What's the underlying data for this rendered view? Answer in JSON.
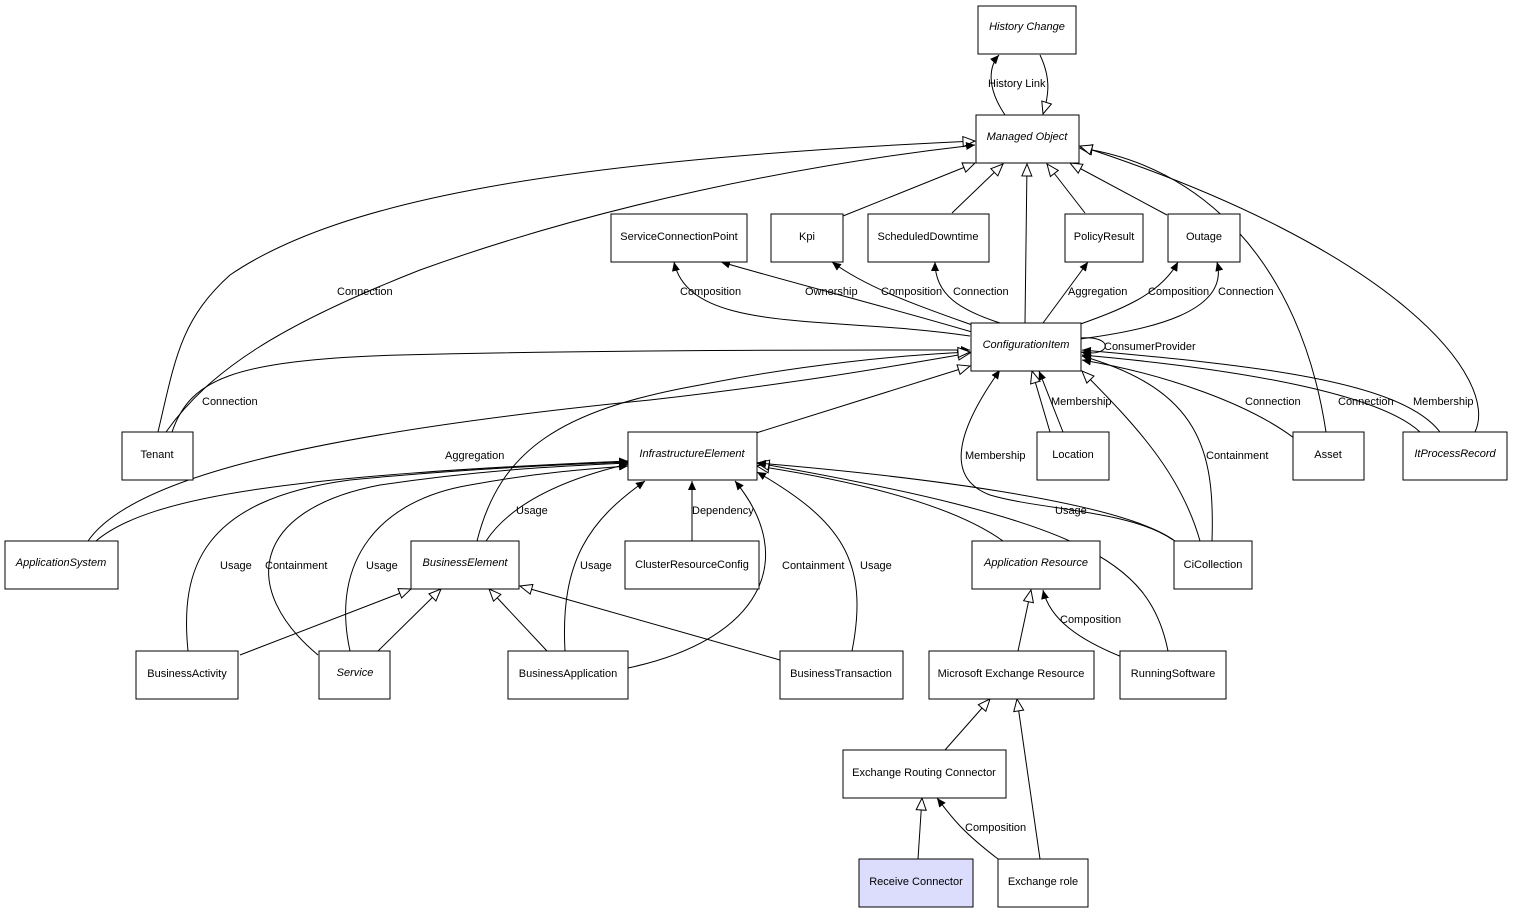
{
  "nodes": {
    "history_change": {
      "label": "History Change",
      "abstract": true
    },
    "managed_object": {
      "label": "Managed Object",
      "abstract": true
    },
    "service_connection_point": {
      "label": "ServiceConnectionPoint"
    },
    "kpi": {
      "label": "Kpi"
    },
    "scheduled_downtime": {
      "label": "ScheduledDowntime"
    },
    "policy_result": {
      "label": "PolicyResult"
    },
    "outage": {
      "label": "Outage"
    },
    "configuration_item": {
      "label": "ConfigurationItem",
      "abstract": true
    },
    "tenant": {
      "label": "Tenant"
    },
    "infrastructure_element": {
      "label": "InfrastructureElement",
      "abstract": true
    },
    "location": {
      "label": "Location"
    },
    "asset": {
      "label": "Asset"
    },
    "it_process_record": {
      "label": "ItProcessRecord",
      "abstract": true
    },
    "application_system": {
      "label": "ApplicationSystem",
      "abstract": true
    },
    "business_element": {
      "label": "BusinessElement",
      "abstract": true
    },
    "cluster_resource_config": {
      "label": "ClusterResourceConfig"
    },
    "application_resource": {
      "label": "Application Resource",
      "abstract": true
    },
    "ci_collection": {
      "label": "CiCollection"
    },
    "business_activity": {
      "label": "BusinessActivity"
    },
    "service": {
      "label": "Service",
      "abstract": true
    },
    "business_application": {
      "label": "BusinessApplication"
    },
    "business_transaction": {
      "label": "BusinessTransaction"
    },
    "microsoft_exchange_resource": {
      "label": "Microsoft Exchange Resource"
    },
    "running_software": {
      "label": "RunningSoftware"
    },
    "exchange_routing_connector": {
      "label": "Exchange Routing Connector"
    },
    "receive_connector": {
      "label": "Receive Connector",
      "highlight": true
    },
    "exchange_role": {
      "label": "Exchange role"
    }
  },
  "edge_labels": {
    "history_link": "History Link",
    "tenant_mo_connection": "Connection",
    "ci_scp_composition": "Composition",
    "ci_kpi_ownership": "Ownership",
    "ci_kpi_composition": "Composition",
    "ci_sd_connection": "Connection",
    "ci_pr_aggregation": "Aggregation",
    "ci_outage_composition": "Composition",
    "ci_outage_connection": "Connection",
    "consumer_provider": "ConsumerProvider",
    "tenant_ci_connection": "Connection",
    "location_membership": "Membership",
    "asset_connection": "Connection",
    "itpr_connection": "Connection",
    "itpr_membership": "Membership",
    "appsys_aggregation": "Aggregation",
    "cicollection_membership": "Membership",
    "cicollection_containment": "Containment",
    "cicollection_usage": "Usage",
    "be_usage": "Usage",
    "cluster_dependency": "Dependency",
    "activity_usage": "Usage",
    "service_containment": "Containment",
    "service_usage": "Usage",
    "app_usage": "Usage",
    "app_containment": "Containment",
    "transaction_usage": "Usage",
    "running_composition": "Composition",
    "role_composition": "Composition"
  }
}
